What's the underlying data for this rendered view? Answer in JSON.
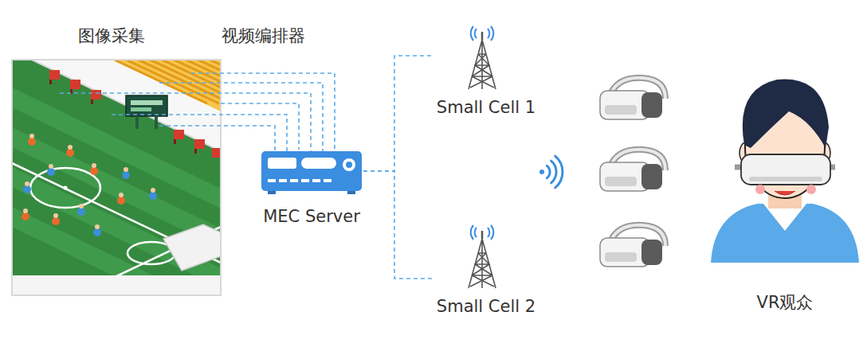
{
  "diagram": {
    "nodes": [
      {
        "text": [
          "图像采集"
        ]
      },
      {
        "text": [
          "MEC Server"
        ]
      },
      {
        "text": [
          "Small Cell 1"
        ]
      },
      {
        "text": [
          "Small Cell 2"
        ]
      },
      {
        "text": [
          "VR观众"
        ]
      }
    ],
    "edges": [
      {
        "from": 0,
        "to": 1,
        "arrow": "none"
      },
      {
        "from": 1,
        "to": 2,
        "arrow": "none"
      },
      {
        "from": 1,
        "to": 3,
        "arrow": "none"
      }
    ],
    "labels": [
      "视频编排器"
    ]
  }
}
